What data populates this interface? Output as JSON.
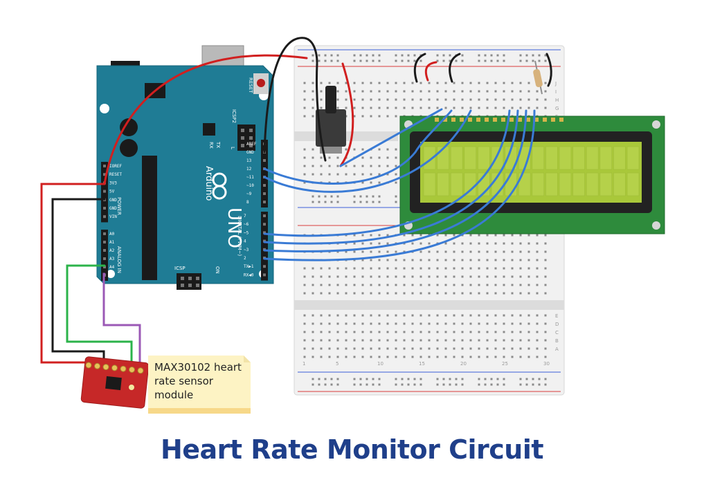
{
  "caption": "Heart Rate Monitor Circuit",
  "note": {
    "lines": [
      "MAX30102 heart",
      "rate sensor",
      "module"
    ]
  },
  "arduino": {
    "brand": "Arduino",
    "model": "UNO",
    "reset_label": "RESET",
    "icsp_label": "ICSP",
    "icsp2_label": "ICSP2",
    "on_label": "ON",
    "tx_label": "TX",
    "rx_label": "RX",
    "l_label": "L",
    "power_label": "POWER",
    "analog_label": "ANALOG IN",
    "digital_label": "DIGITAL (PWM~)",
    "power_pins": [
      "IOREF",
      "RESET",
      "3V3",
      "5V",
      "GND",
      "GND",
      "VIN"
    ],
    "analog_pins": [
      "A0",
      "A1",
      "A2",
      "A3",
      "A4",
      "A5"
    ],
    "digital_top": [
      "AREF",
      "GND",
      "13",
      "12",
      "~11",
      "~10",
      "~9",
      "8"
    ],
    "digital_bottom": [
      "7",
      "~6",
      "~5",
      "4",
      "~3",
      "2",
      "TX▶1",
      "RX◀0"
    ]
  },
  "breadboard": {
    "column_numbers": [
      "1",
      "5",
      "10",
      "15",
      "20",
      "25",
      "30"
    ],
    "row_letters_top": [
      "J",
      "I",
      "H",
      "G",
      "F"
    ],
    "row_letters_bottom": [
      "E",
      "D",
      "C",
      "B",
      "A"
    ]
  },
  "colors": {
    "arduino_board": "#1f7c95",
    "breadboard": "#f1f1f1",
    "lcd_pcb": "#2e8b3c",
    "lcd_screen": "#a9c83a",
    "sensor_board": "#c62828",
    "wire_red": "#d11f1f",
    "wire_black": "#1b1b1b",
    "wire_green": "#2bb34a",
    "wire_purple": "#9b59b6",
    "wire_blue": "#3a7bd5",
    "caption": "#1f3f8a",
    "note_bg": "#fdf3c4"
  }
}
